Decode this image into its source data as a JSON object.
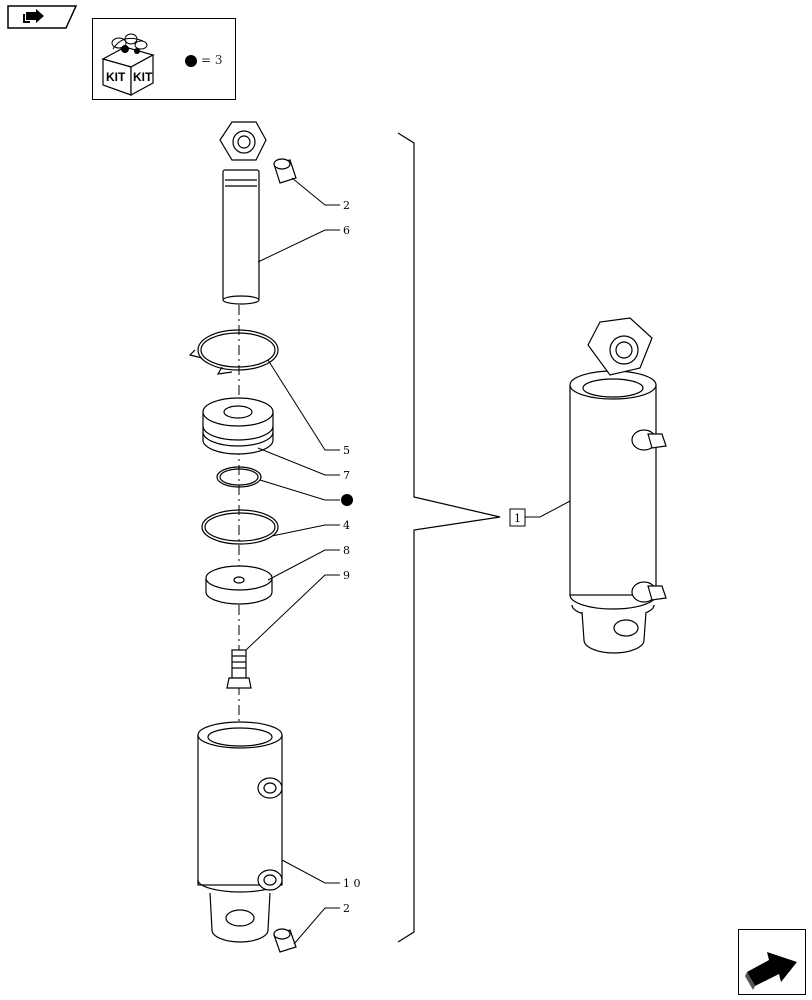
{
  "kit": {
    "label_left": "KIT",
    "label_right": "KIT",
    "legend_text": "= 3"
  },
  "assembly_ref": "1",
  "callouts": [
    {
      "id": "c2a",
      "text": "2"
    },
    {
      "id": "c6",
      "text": "6"
    },
    {
      "id": "c5",
      "text": "5"
    },
    {
      "id": "c7",
      "text": "7"
    },
    {
      "id": "c4",
      "text": "4"
    },
    {
      "id": "c8",
      "text": "8"
    },
    {
      "id": "c9",
      "text": "9"
    },
    {
      "id": "c10",
      "text": "1 0"
    },
    {
      "id": "c2b",
      "text": "2"
    }
  ],
  "icons": {
    "prev": "back-arrow-icon",
    "next": "forward-arrow-icon",
    "kit": "kit-box-icon",
    "bullet": "filled-dot-icon"
  }
}
